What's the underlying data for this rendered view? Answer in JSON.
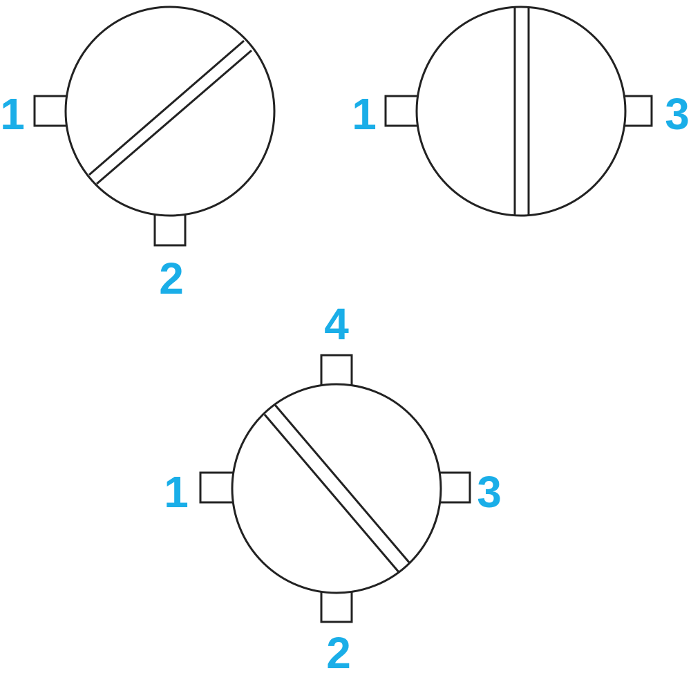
{
  "colors": {
    "label": "#1aaee8",
    "stroke": "#222222",
    "background": "#ffffff"
  },
  "valves": [
    {
      "name": "valve-two-port-elbow",
      "ports": [
        {
          "side": "left",
          "label": "1"
        },
        {
          "side": "bottom",
          "label": "2"
        }
      ],
      "slot_orientation": "diagonal-rising"
    },
    {
      "name": "valve-two-port-straight",
      "ports": [
        {
          "side": "left",
          "label": "1"
        },
        {
          "side": "right",
          "label": "3"
        }
      ],
      "slot_orientation": "vertical"
    },
    {
      "name": "valve-four-port",
      "ports": [
        {
          "side": "top",
          "label": "4"
        },
        {
          "side": "left",
          "label": "1"
        },
        {
          "side": "right",
          "label": "3"
        },
        {
          "side": "bottom",
          "label": "2"
        }
      ],
      "slot_orientation": "diagonal-falling"
    }
  ]
}
